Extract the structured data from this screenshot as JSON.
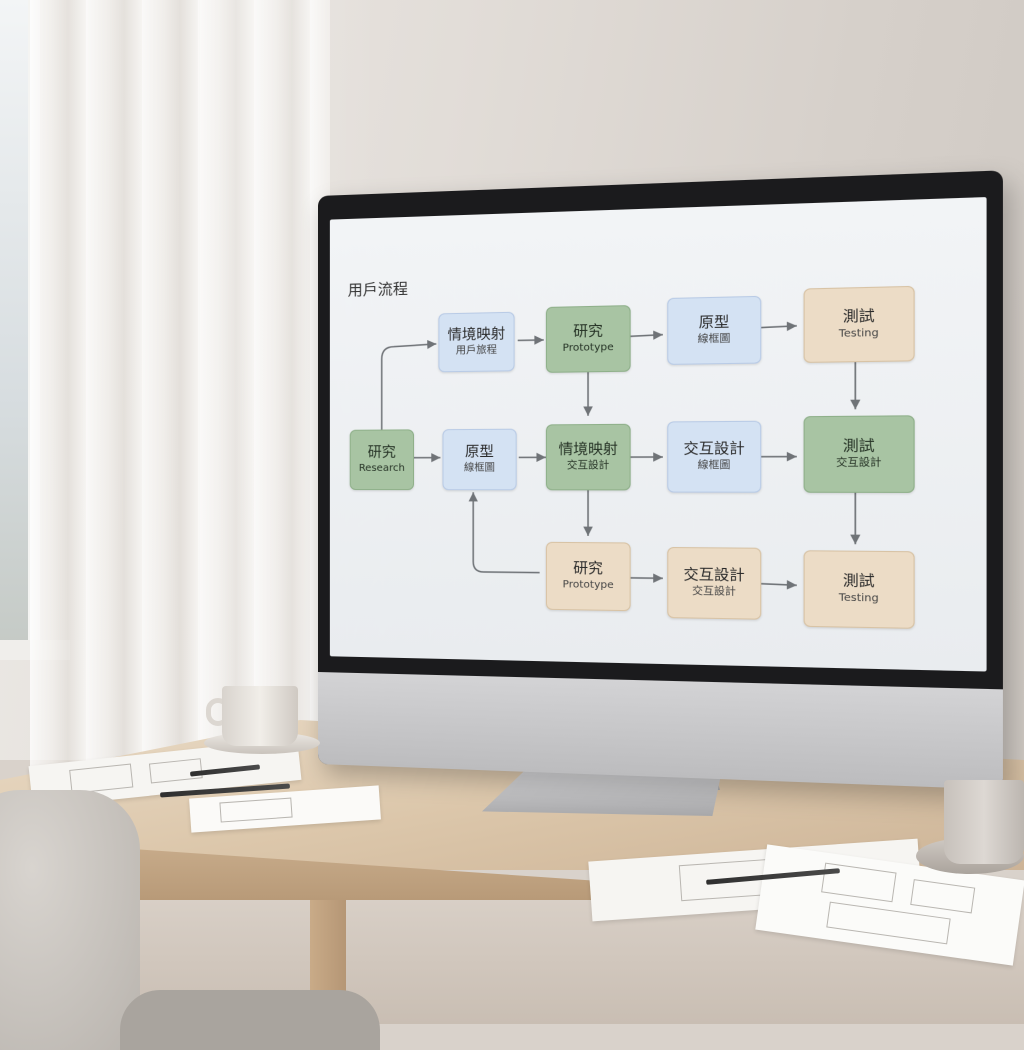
{
  "diagram": {
    "title": "用戶流程",
    "nodes": [
      {
        "id": "n1",
        "line1": "情境映射",
        "line2": "用戶旅程"
      },
      {
        "id": "n2",
        "line1": "研究",
        "line2": "Prototype"
      },
      {
        "id": "n3",
        "line1": "原型",
        "line2": "線框圖"
      },
      {
        "id": "n4",
        "line1": "測試",
        "line2": "Testing"
      },
      {
        "id": "n5",
        "line1": "研究",
        "line2": "Research"
      },
      {
        "id": "n6",
        "line1": "原型",
        "line2": "線框圖"
      },
      {
        "id": "n7",
        "line1": "情境映射",
        "line2": "交互設計"
      },
      {
        "id": "n8",
        "line1": "交互設計",
        "line2": "線框圖"
      },
      {
        "id": "n9",
        "line1": "測試",
        "line2": "交互設計"
      },
      {
        "id": "n10",
        "line1": "研究",
        "line2": "Prototype"
      },
      {
        "id": "n11",
        "line1": "交互設計",
        "line2": "交互設計"
      },
      {
        "id": "n12",
        "line1": "測試",
        "line2": "Testing"
      }
    ],
    "colors": {
      "blue": "#d4e2f3",
      "green": "#a8c4a3",
      "beige": "#ecdcc6",
      "arrow": "#6f7377"
    }
  }
}
